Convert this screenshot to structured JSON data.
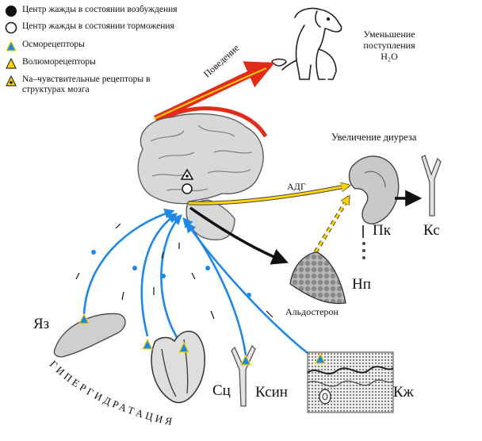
{
  "legend": [
    {
      "symbol": "filled-circle",
      "label": "Центр жажды в состоянии возбуждения"
    },
    {
      "symbol": "open-circle",
      "label": "Центр жажды в состоянии торможения"
    },
    {
      "symbol": "blue-triangle",
      "label": "Осморецепторы"
    },
    {
      "symbol": "yellow-triangle",
      "label": "Волюморецепторы"
    },
    {
      "symbol": "dot-triangle",
      "label": "Na–чувствительные рецепторы в структурах мозга"
    }
  ],
  "labels": {
    "behavior": "Поведение",
    "drinking_line1": "Уменьшение",
    "drinking_line2": "поступления",
    "drinking_line3": "H₂O",
    "diuresis": "Увеличение диуреза",
    "adh": "АДГ",
    "kidney": "Пк",
    "ureter": "Кс",
    "adrenal": "Нп",
    "aldosterone": "Альдостерон",
    "tongue": "Яз",
    "heart": "Сц",
    "vessels": "Ксин",
    "skin": "Кж",
    "hyperhydration": "ГИПЕРГИДРАТАЦИЯ"
  },
  "colors": {
    "afferent": "#1e88e5",
    "adh_arrow": "#ffd400",
    "behavior_arrow": "#e32b1a",
    "efferent": "#111111"
  }
}
